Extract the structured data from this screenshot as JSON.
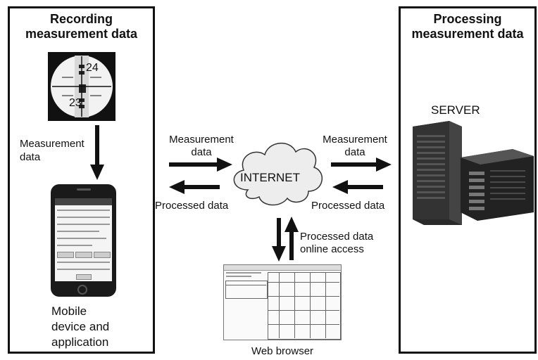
{
  "left_panel": {
    "title_line1": "Recording",
    "title_line2": "measurement data",
    "device_label": [
      "Mobile",
      "device and",
      "application"
    ],
    "arrow_label_line1": "Measurement",
    "arrow_label_line2": "data",
    "staff_numbers": [
      "24",
      "23"
    ]
  },
  "right_panel": {
    "title_line1": "Processing",
    "title_line2": "measurement data",
    "server_label": "SERVER"
  },
  "center": {
    "cloud_label": "INTERNET",
    "left_top_label_line1": "Measurement",
    "left_top_label_line2": "data",
    "left_bottom_label": "Processed data",
    "right_top_label_line1": "Measurement",
    "right_top_label_line2": "data",
    "right_bottom_label": "Processed data",
    "vertical_label_line1": "Processed data",
    "vertical_label_line2": "online access",
    "browser_label": "Web browser"
  }
}
